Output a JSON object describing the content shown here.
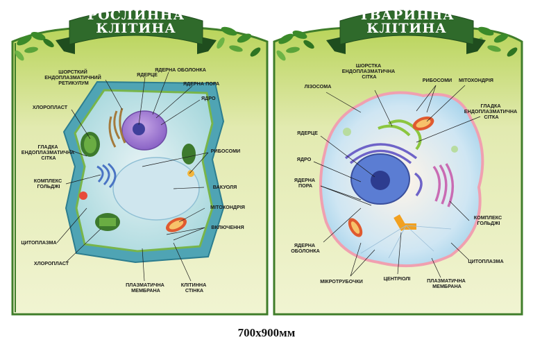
{
  "plant": {
    "title_line1": "РОСЛИННА",
    "title_line2": "КЛІТИНА",
    "labels": {
      "smooth_er": [
        "ШОРСТКИЙ",
        "ЕНДОПЛАЗМАТИЧНИЙ",
        "РЕТИКУЛУМ"
      ],
      "nucleolus": "ЯДЕРЦЕ",
      "nuclear_envelope": "ЯДЕРНА ОБОЛОНКА",
      "nuclear_pore": "ЯДЕРНА ПОРА",
      "nucleus": "ЯДРО",
      "chloroplast_top": "ХЛОРОПЛАСТ",
      "smooth_er2": [
        "ГЛАДКА",
        "ЕНДОПЛАЗМАТИЧНА",
        "СІТКА"
      ],
      "ribosomes": "РИБОСОМИ",
      "golgi": [
        "КОМПЛЕКС",
        "ГОЛЬДЖІ"
      ],
      "vacuole": "ВАКУОЛЯ",
      "mitochondria": "МІТОХОНДРІЯ",
      "inclusions": "ВКЛЮЧЕННЯ",
      "cytoplasm": "ЦИТОПЛАЗМА",
      "chloroplast_bottom": "ХЛОРОПЛАСТ",
      "plasma_membrane": [
        "ПЛАЗМАТИЧНА",
        "МЕМБРАНА"
      ],
      "cell_wall": [
        "КЛІТИННА",
        "СТІНКА"
      ]
    }
  },
  "animal": {
    "title_line1": "ТВАРИННА",
    "title_line2": "КЛІТИНА",
    "labels": {
      "rough_er": [
        "ШОРСТКА",
        "ЕНДОПЛАЗМАТИЧНА",
        "СІТКА"
      ],
      "lysosome": "ЛІЗОСОМА",
      "ribosomes": "РИБОСОМИ",
      "mitochondria": "МІТОХОНДРІЯ",
      "smooth_er": [
        "ГЛАДКА",
        "ЕНДОПЛАЗМАТИЧНА",
        "СІТКА"
      ],
      "nucleolus": "ЯДЕРЦЕ",
      "nucleus": "ЯДРО",
      "nuclear_pore": [
        "ЯДЕРНА",
        "ПОРА"
      ],
      "golgi": [
        "КОМПЛЕКС",
        "ГОЛЬДЖІ"
      ],
      "nuclear_envelope": [
        "ЯДЕРНА",
        "ОБОЛОНКА"
      ],
      "cytoplasm": "ЦИТОПЛАЗМА",
      "microtubules": "МІКРОТРУБОЧКИ",
      "centrioles": "ЦЕНТРІОЛІ",
      "plasma_membrane": [
        "ПЛАЗМАТИЧНА",
        "МЕМБРАНА"
      ]
    }
  },
  "dimension": "700х900мм",
  "colors": {
    "board_fill": "#dfe9a6",
    "board_edge": "#3f7d2a",
    "banner": "#2f6a2b",
    "banner_dark": "#1f4d1e"
  }
}
